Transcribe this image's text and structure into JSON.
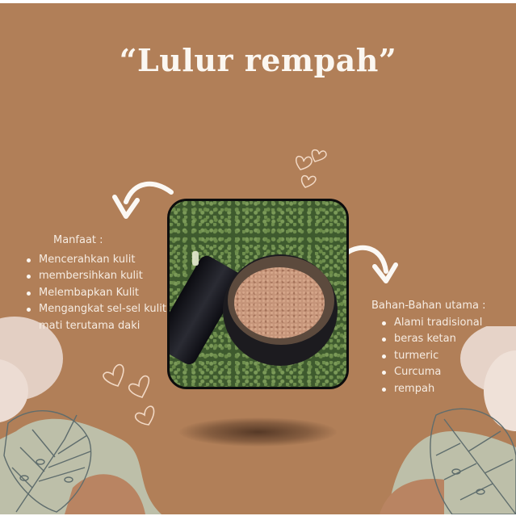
{
  "title": "“Lulur rempah”",
  "colors": {
    "background": "#b17f58",
    "text": "#f6ece2",
    "title": "#fbf7f1",
    "leaf_outline": "#5a6a6a",
    "sage_shape": "#bdbfa9",
    "blush_shape": "#e6d3c8",
    "photo_border": "#0d0d0d"
  },
  "benefits": {
    "heading": "Manfaat :",
    "items": [
      "Mencerahkan kulit",
      "membersihkan kulit",
      "Melembapkan Kulit",
      " Mengangkat sel-sel kulit mati terutama daki"
    ]
  },
  "ingredients": {
    "heading": "Bahan-Bahan utama :",
    "items": [
      "Alami tradisional",
      "beras ketan",
      " turmeric",
      "Curcuma",
      "rempah"
    ]
  },
  "image": {
    "description": "jar of brown scrub powder with black lid on green grass"
  },
  "icons": [
    "curved-arrow-left-icon",
    "curved-arrow-right-icon",
    "heart-outline-icon",
    "monstera-leaf-icon"
  ]
}
